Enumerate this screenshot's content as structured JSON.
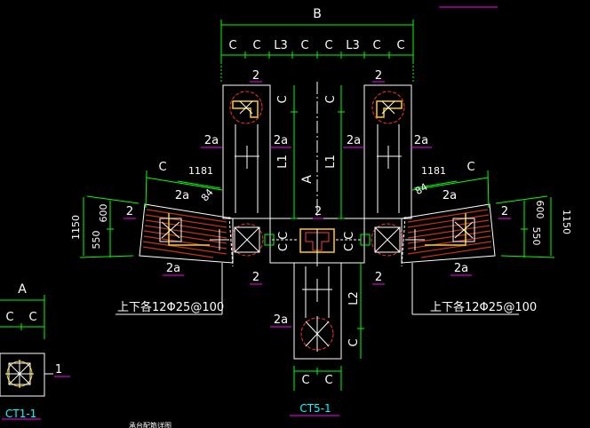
{
  "colors": {
    "background": "#000000",
    "outline": "#ffffff",
    "dimension": "#00ff00",
    "rebar": "#ff3b3b",
    "hatch": "#c86414",
    "label_line": "#ff00ff",
    "column_circle": "#ff3030",
    "stirrup": "#ffff00",
    "section_box": "#ffd000",
    "title": "#00ffff"
  },
  "top_dim": {
    "title": "B",
    "cells": [
      "C",
      "C",
      "L3",
      "C",
      "C",
      "L3",
      "C",
      "C"
    ]
  },
  "labels": {
    "two": "2",
    "two_a": "2a",
    "L1": "L1",
    "L2": "L2",
    "A": "A",
    "C": "C",
    "CC": "C C",
    "dim_1181": "1181",
    "dim_1150": "1150",
    "dim_550": "550",
    "dim_600": "600",
    "dim_84": "84"
  },
  "notes": {
    "rebar_left": "上下各12Φ25@100",
    "rebar_right": "上下各12Φ25@100"
  },
  "section_ct1": {
    "dim_title": "A",
    "cells": [
      "C",
      "C"
    ],
    "marker": "1",
    "title": "CT1-1"
  },
  "main_title": "CT5-1",
  "footnote": "承台配筋详图"
}
